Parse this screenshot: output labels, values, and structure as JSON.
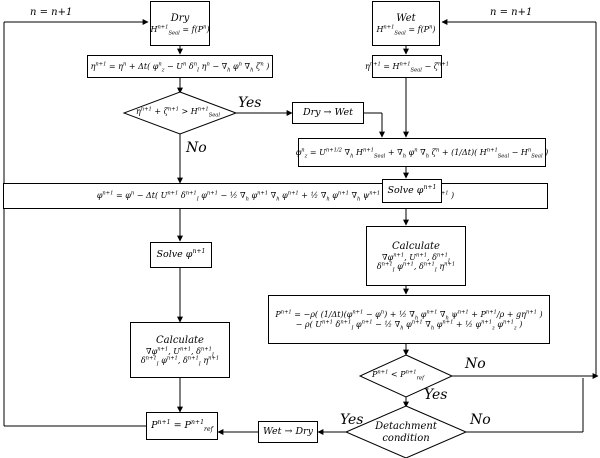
{
  "dry": {
    "title": "Dry",
    "seal_eq": "H^{n+1}_{Seal} = f(P^n)",
    "eta_update": "η^{n+1} = η^n + Δt( φ^n_z − U^n δ^n_I η^n − ∇_h φ^n ∇_h ζ^n )",
    "condition": "η^{n+1} + ζ^{n+1} > H^{n+1}_{Seal}",
    "phi_update": "φ^{n+1} = φ^n − Δt( U^{n+1} δ^{n+1}_I φ^{n+1} − ½ ∇_h φ^{n+1} ∇_h φ^{n+1} + ½ ∇_h φ^{n+1} ∇_h ψ^{n+1} + P^{n+1}/ρ + gη^{n+1} )",
    "solve": "Solve   φ^{n+1}",
    "calc_title": "Calculate",
    "calc_line1": "∇φ^{n+1}, U^{n+1}, δ^{n+1}_I",
    "calc_line2": "δ^{n+1}_I φ^{n+1}, δ^{n+1}_I η^{n+1}",
    "pressure_ref": "P^{n+1} = P^{n+1}_{ref}"
  },
  "wet": {
    "title": "Wet",
    "seal_eq": "H^{n+1}_{Seal} = f(P^n)",
    "eta_update": "η^{n+1} = H^{n+1}_{Seal} − ζ^{n+1}",
    "to_wet": "Dry → Wet",
    "phi_z": "φ^n_z = U^{n+1/2} ∇_h H^{n+1}_{Seal} + ∇_h φ^n ∇_h ζ^n + (1/Δt)( H^{n+1}_{Seal} − H^n_{Seal} )",
    "solve": "Solve   φ^{n+1}",
    "calc_title": "Calculate",
    "calc_line1": "∇φ^{n+1}, U^{n+1}, δ^{n+1}_I",
    "calc_line2": "δ^{n+1}_I φ^{n+1}, δ^{n+1}_I η^{n+1}",
    "pressure_line1": "P^{n+1} = −ρ( (1/Δt)(φ^{n+1} − φ^n) + ½ ∇_h φ^{n+1} ∇_h ψ^{n+1} + P^{n+1}/ρ + gη^{n+1} )",
    "pressure_line2": "− ρ( U^{n+1} δ^{n+1}_I φ^{n+1} − ½ ∇_h φ^{n+1} ∇_h φ^{n+1} + ½ φ^{n+1}_z φ^{n+1}_z )",
    "pressure_condition": "P^{n+1} < P^{n+1}_{ref}",
    "detachment": "Detachment condition",
    "to_dry": "Wet → Dry"
  },
  "loop": {
    "left": "n = n+1",
    "right": "n = n+1"
  },
  "labels": {
    "yes_1": "Yes",
    "no_1": "No",
    "no_2": "No",
    "yes_2": "Yes",
    "yes_3": "Yes",
    "no_3": "No"
  }
}
